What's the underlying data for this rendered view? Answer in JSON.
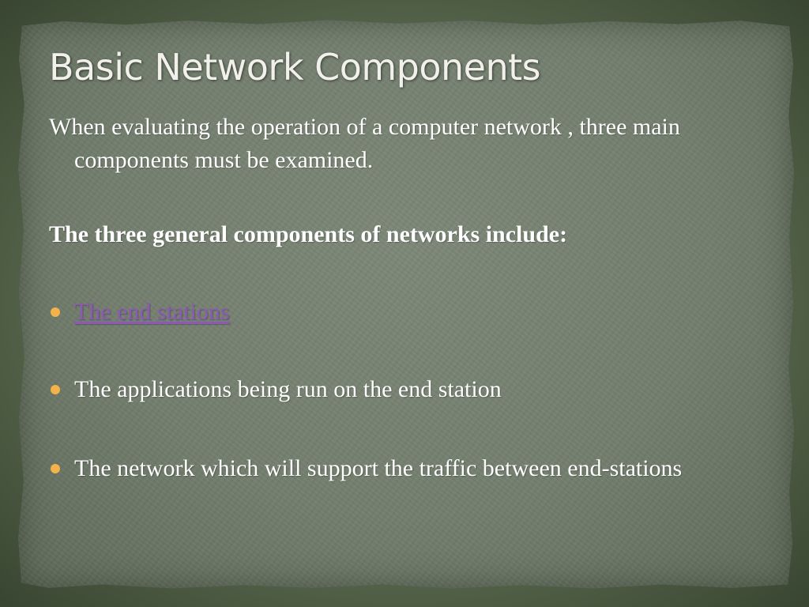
{
  "slide": {
    "title": "Basic Network Components",
    "intro": "When evaluating the operation of a computer network , three main components must be examined.",
    "heading": "The three general components of networks include:",
    "bullets": [
      {
        "text": "The end stations",
        "is_link": true
      },
      {
        "text": "The applications being run on the end station",
        "is_link": false
      },
      {
        "text": "The network which will support the traffic between end-stations",
        "is_link": false
      }
    ]
  },
  "colors": {
    "background": "#56654c",
    "parchment": "#737e6e",
    "text": "#ffffff",
    "bullet": "#f4b24a",
    "link": "#8d58b8"
  },
  "icons": {
    "bullet": "bullet-dot-icon"
  }
}
